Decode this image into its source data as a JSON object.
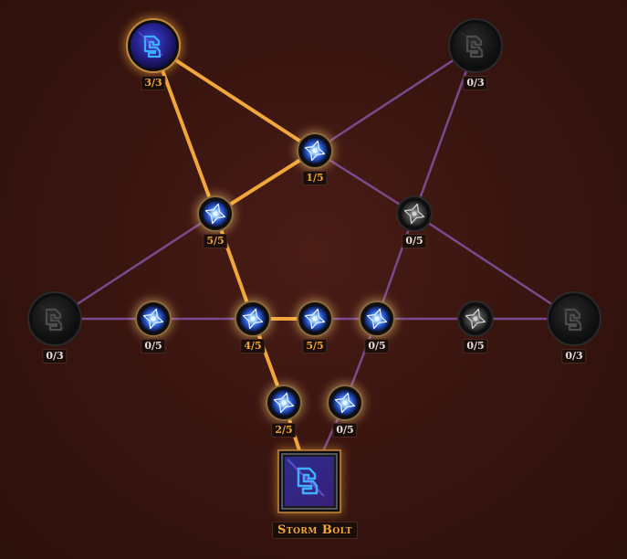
{
  "colors": {
    "active_edge": "#f0a63a",
    "inactive_edge": "#7a4a8e",
    "active_rank": "#f0a63a",
    "inactive_rank": "#e6dcd3"
  },
  "skill": {
    "name": "Storm Bolt",
    "icon": "storm-bolt-icon"
  },
  "nodes": [
    {
      "id": "major-top-left",
      "kind": "major",
      "rank": "3/3",
      "active": true,
      "icon": "rune-icon"
    },
    {
      "id": "major-top-right",
      "kind": "major",
      "rank": "0/3",
      "active": false,
      "icon": "rune-icon"
    },
    {
      "id": "top-center",
      "kind": "minor",
      "rank": "1/5",
      "active": true,
      "icon": "spark-icon"
    },
    {
      "id": "upper-left",
      "kind": "minor",
      "rank": "5/5",
      "active": true,
      "icon": "spark-icon"
    },
    {
      "id": "upper-right",
      "kind": "minor",
      "rank": "0/5",
      "active": false,
      "icon": "spark-icon"
    },
    {
      "id": "major-mid-left",
      "kind": "major",
      "rank": "0/3",
      "active": false,
      "icon": "rune-icon"
    },
    {
      "id": "mid-a",
      "kind": "minor",
      "rank": "0/5",
      "active": true,
      "icon": "spark-icon"
    },
    {
      "id": "mid-b",
      "kind": "minor",
      "rank": "4/5",
      "active": true,
      "icon": "spark-icon"
    },
    {
      "id": "mid-c",
      "kind": "minor",
      "rank": "5/5",
      "active": true,
      "icon": "spark-icon"
    },
    {
      "id": "mid-d",
      "kind": "minor",
      "rank": "0/5",
      "active": true,
      "icon": "spark-icon"
    },
    {
      "id": "mid-e",
      "kind": "minor",
      "rank": "0/5",
      "active": false,
      "icon": "spark-icon"
    },
    {
      "id": "major-mid-right",
      "kind": "major",
      "rank": "0/3",
      "active": false,
      "icon": "rune-icon"
    },
    {
      "id": "low-left",
      "kind": "minor",
      "rank": "2/5",
      "active": true,
      "icon": "spark-icon"
    },
    {
      "id": "low-right",
      "kind": "minor",
      "rank": "0/5",
      "active": true,
      "icon": "spark-icon"
    }
  ],
  "edges": [
    {
      "from": "major-top-left",
      "to": "top-center",
      "active": true
    },
    {
      "from": "major-top-left",
      "to": "upper-left",
      "active": true
    },
    {
      "from": "top-center",
      "to": "upper-left",
      "active": true
    },
    {
      "from": "upper-left",
      "to": "mid-b",
      "active": true
    },
    {
      "from": "mid-b",
      "to": "mid-c",
      "active": true
    },
    {
      "from": "mid-b",
      "to": "low-left",
      "active": true
    },
    {
      "from": "low-left",
      "to": "root",
      "active": true
    },
    {
      "from": "top-center",
      "to": "major-top-right",
      "active": false
    },
    {
      "from": "top-center",
      "to": "upper-right",
      "active": false
    },
    {
      "from": "major-top-right",
      "to": "upper-right",
      "active": false
    },
    {
      "from": "upper-left",
      "to": "major-mid-left",
      "active": false
    },
    {
      "from": "upper-right",
      "to": "mid-d",
      "active": false
    },
    {
      "from": "upper-right",
      "to": "major-mid-right",
      "active": false
    },
    {
      "from": "major-mid-left",
      "to": "mid-a",
      "active": false
    },
    {
      "from": "mid-a",
      "to": "mid-b",
      "active": false
    },
    {
      "from": "mid-c",
      "to": "mid-d",
      "active": false
    },
    {
      "from": "mid-d",
      "to": "mid-e",
      "active": false
    },
    {
      "from": "mid-e",
      "to": "major-mid-right",
      "active": false
    },
    {
      "from": "mid-d",
      "to": "low-right",
      "active": false
    },
    {
      "from": "low-right",
      "to": "root",
      "active": false
    }
  ]
}
